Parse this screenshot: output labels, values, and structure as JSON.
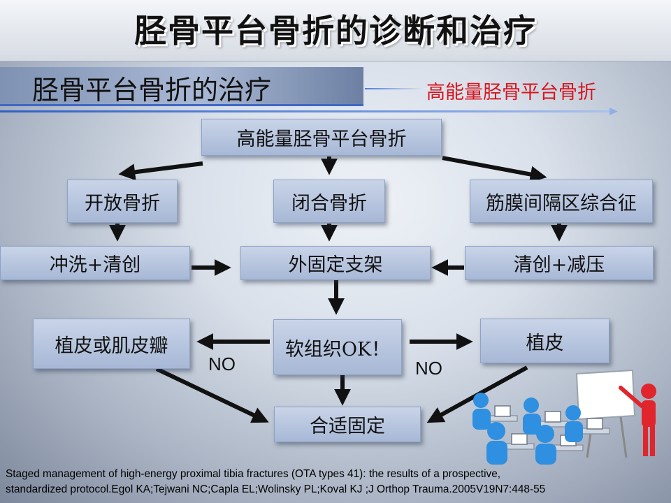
{
  "header": {
    "title": "胫骨平台骨折的诊断和治疗"
  },
  "section": {
    "title": "胫骨平台骨折的治疗",
    "highlight": "高能量胫骨平台骨折"
  },
  "flowchart": {
    "root": "高能量胫骨平台骨折",
    "open_fracture": "开放骨折",
    "closed_fracture": "闭合骨折",
    "compartment": "筋膜间隔区综合征",
    "irrigation": "冲洗+清创",
    "external_fixator": "外固定支架",
    "decompression": "清创+减压",
    "skin_flap": "植皮或肌皮瓣",
    "soft_tissue_ok": "软组织OK！",
    "skin_graft": "植皮",
    "fixation": "合适固定",
    "no_left": "NO",
    "no_right": "NO"
  },
  "citation": {
    "line1": "Staged management of high-energy proximal tibia fractures (OTA types 41): the results of a prospective,",
    "line2": "standardized protocol.Egol KA;Tejwani NC;Capla EL;Wolinsky PL;Koval KJ ;J Orthop Trauma.2005V19N7:448-55"
  },
  "colors": {
    "accent_red": "#d8141c",
    "box_blue": "#b4c3de",
    "line_blue": "#3e68c4"
  },
  "icons": {
    "clipart": "classroom-people-icon"
  }
}
